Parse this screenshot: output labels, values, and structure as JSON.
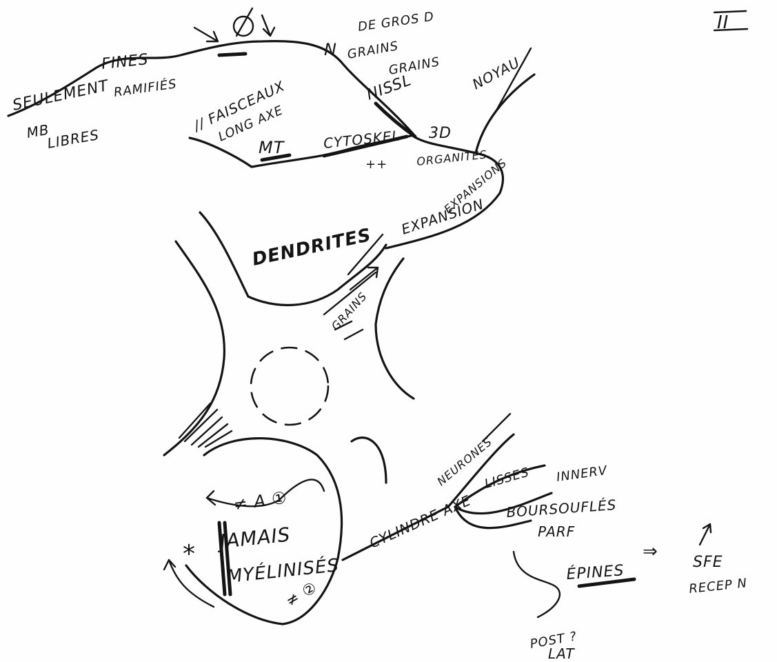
{
  "page_number": "II",
  "labels": {
    "seulement": "SEULEMENT",
    "mb_libres": "MB",
    "libres": "LIBRES",
    "fines": "FINES",
    "ramifies": "RAMIFIÉS",
    "circle_symbol": "Ø",
    "faisceaux": "// FAISCEAUX",
    "long_axe": "LONG AXE",
    "mt": "MT",
    "cytosquelette": "CYTOSKEL",
    "plus_plus": "++",
    "n_sym": "N",
    "dr_gros": "DE GROS D",
    "grains_top": "GRAINS",
    "nissl_grains": "GRAINS",
    "nissl": "NISSL",
    "noyau": "NOYAU",
    "trois_d": "3D",
    "organites": "ORGANITES",
    "expansions_a": "EXPANSIONS",
    "expansion": "EXPANSION",
    "dendrites": "DENDRITES",
    "grains_mid": "GRAINS",
    "diese_a1": "≠ A ①",
    "jamais": "JAMAIS",
    "myelinises": "MYÉLINISÉS",
    "diese_2": "≠ ②",
    "star": "*",
    "cylindre_axe": "CYLINDRE AXE",
    "neurones": "NEURONES",
    "lisses": "LISSES",
    "innerv": "INNERV",
    "boursouffles": "BOURSOUFLÉS",
    "par": "PARF",
    "epines": "ÉPINES",
    "arrow_implies": "⇒",
    "sfe": "SFE",
    "recepteur": "RECEP N",
    "post_lat": "POST ?",
    "lat": "LAT"
  }
}
